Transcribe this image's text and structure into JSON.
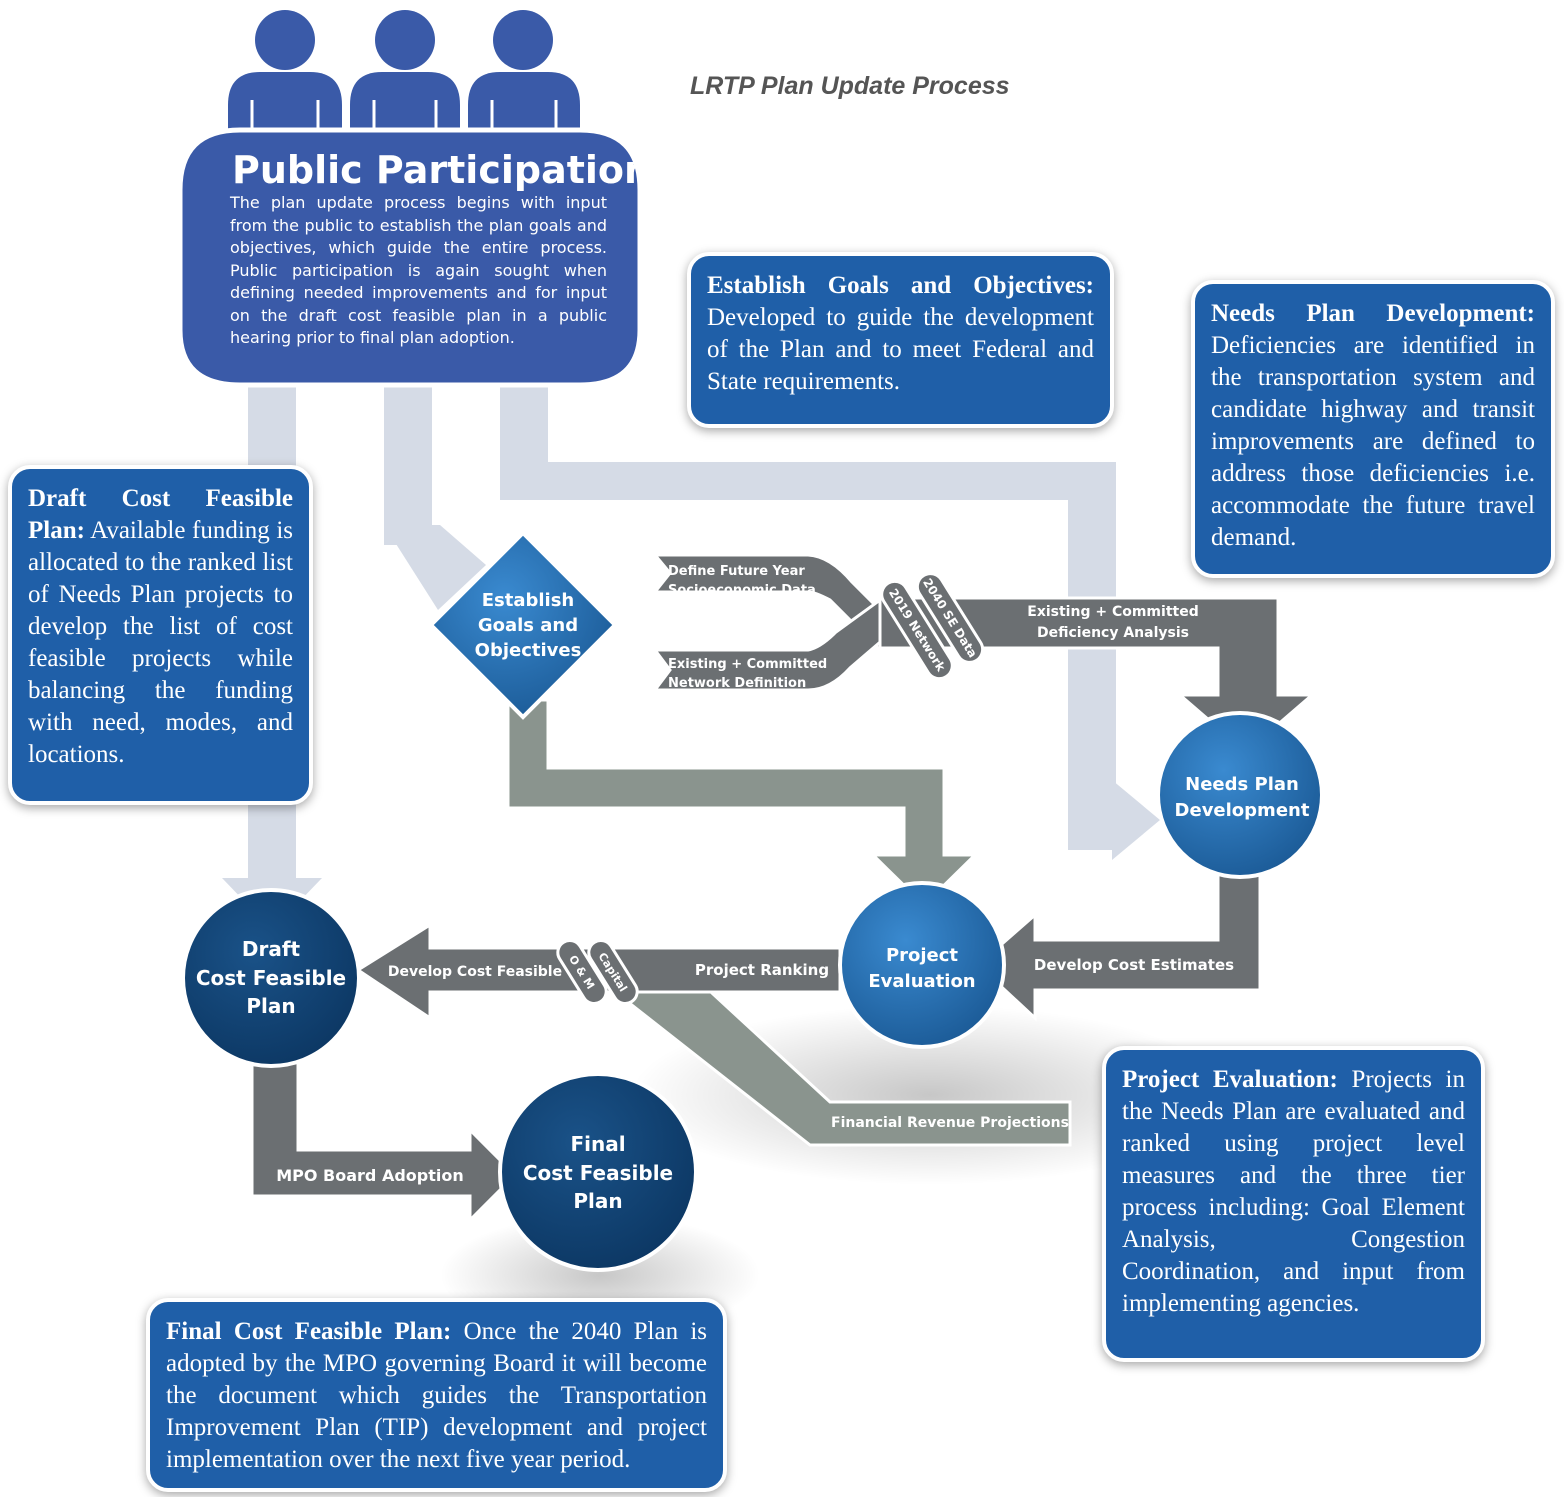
{
  "title": "LRTP Plan Update Process",
  "public_participation": {
    "heading": "Public Participation",
    "text": "The plan update process begins with input from the public to establish the plan goals and objectives, which guide the entire process. Public participation is again sought when defining needed improvements and for input on the draft cost feasible plan in a public hearing prior to final plan adoption."
  },
  "boxes": {
    "goals": {
      "label": "Establish Goals and Objectives:",
      "text": "Developed to guide the development of the Plan and to meet Federal and State requirements."
    },
    "needs": {
      "label": "Needs Plan Development:",
      "text": "Deficiencies are identified in the transportation system and candidate highway and transit improvements are defined to address those deficiencies i.e. accommodate the future travel demand."
    },
    "draft": {
      "label": "Draft Cost Feasible Plan:",
      "text": "Available funding is allocated to the ranked list of Needs Plan projects to develop the list of cost feasible projects while balancing the funding with need, modes, and locations."
    },
    "evaluation": {
      "label": "Project Evaluation:",
      "text": "Projects in the Needs Plan are evaluated and ranked using project level measures and the three tier process including: Goal Element Analysis, Congestion Coordination, and input from implementing agencies."
    },
    "final": {
      "label": "Final Cost Feasible Plan:",
      "text": "Once the 2040 Plan is adopted by the MPO governing Board it will become the document which guides the Transportation Improvement Plan (TIP) development and project implementation over the next five year period."
    }
  },
  "nodes": {
    "goals": [
      "Establish",
      "Goals and",
      "Objectives"
    ],
    "needs": [
      "Needs Plan",
      "Development"
    ],
    "evaluation": [
      "Project",
      "Evaluation"
    ],
    "draft": [
      "Draft",
      "Cost Feasible",
      "Plan"
    ],
    "final": [
      "Final",
      "Cost Feasible",
      "Plan"
    ]
  },
  "arrow_labels": {
    "future_year": [
      "Define Future Year",
      "Socioeconomic Data"
    ],
    "network_def": [
      "Existing + Committed",
      "Network Definition"
    ],
    "deficiency": [
      "Existing + Committed",
      "Deficiency Analysis"
    ],
    "se_data": "2040 SE Data",
    "network_2019": "2019 Network",
    "cost_estimates": "Develop Cost Estimates",
    "ranking": "Project Ranking",
    "cost_feasible": "Develop Cost Feasible",
    "capital": "Capital",
    "om": "O & M",
    "revenue": "Financial Revenue Projections",
    "adoption": "MPO Board  Adoption"
  },
  "colors": {
    "box_blue": "#1f5fa8",
    "people_blue": "#3a5aa8",
    "node_blue": "#2c74b8",
    "node_dark": "#0e3f70",
    "arrow_gray": "#6b6f72",
    "arrow_sage": "#8a948e",
    "light_arrow": "#d5dbe6"
  }
}
